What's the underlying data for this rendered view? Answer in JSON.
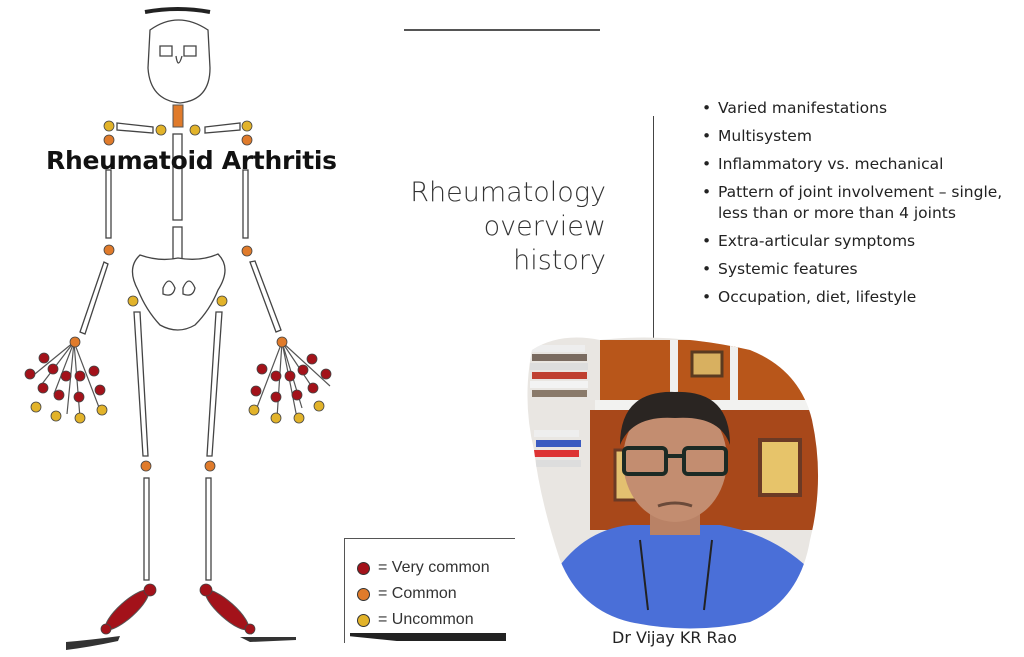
{
  "diagram": {
    "title": "Rheumatoid Arthritis",
    "legend": [
      {
        "label": "= Very common",
        "color": "#a3121a"
      },
      {
        "label": "= Common",
        "color": "#e07b2b"
      },
      {
        "label": "= Uncommon",
        "color": "#e2b32a"
      }
    ]
  },
  "slide": {
    "title_lines": [
      "Rheumatology",
      "overview",
      "history"
    ],
    "bullets": [
      "Varied manifestations",
      "Multisystem",
      "Inflammatory vs. mechanical",
      "Pattern of joint involvement – single, less than or more than 4 joints",
      "Extra-articular symptoms",
      "Systemic features",
      "Occupation, diet, lifestyle"
    ]
  },
  "presenter": {
    "name": "Dr Vijay KR Rao"
  },
  "colors": {
    "very_common": "#a3121a",
    "common": "#e07b2b",
    "uncommon": "#e2b32a",
    "shirt": "#4a6fd8"
  }
}
